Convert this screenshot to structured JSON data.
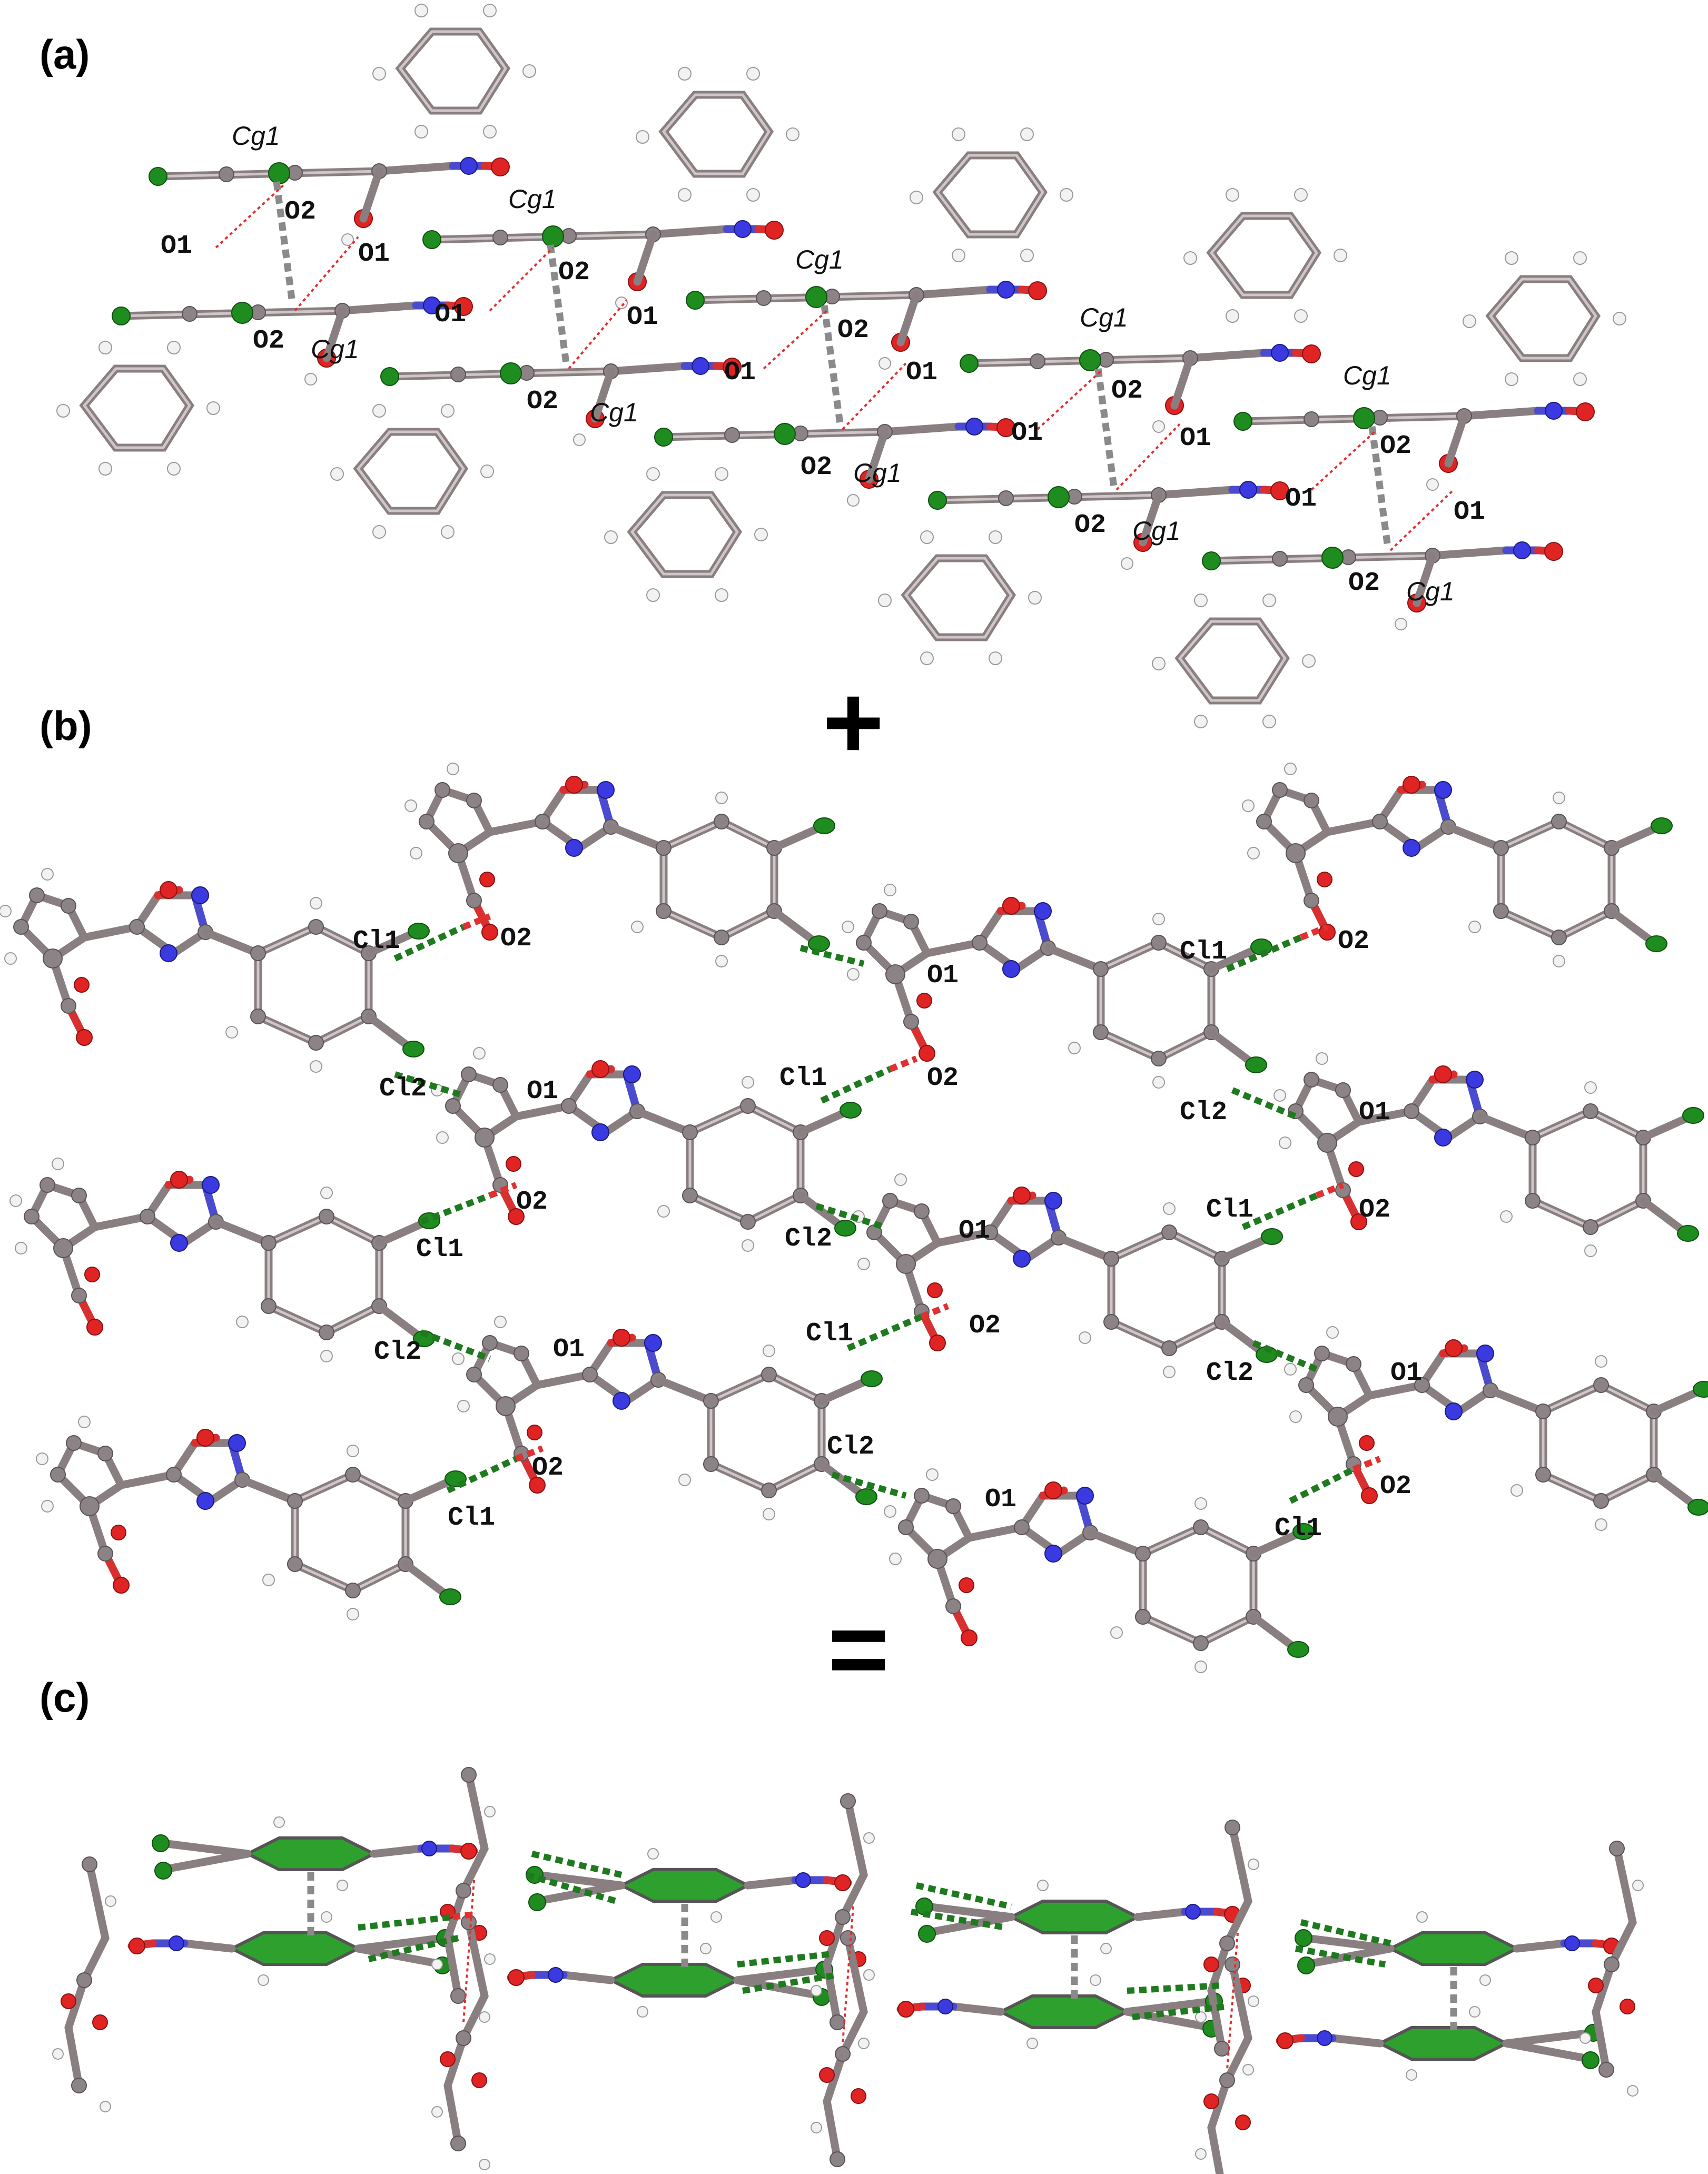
{
  "panels": {
    "a": {
      "label": "(a)"
    },
    "b": {
      "label": "(b)"
    },
    "c": {
      "label": "(c)"
    }
  },
  "operators": {
    "plus": "+",
    "equals": "="
  },
  "atom_labels": {
    "cg1": "Cg1",
    "o1": "O1",
    "o2": "O2",
    "cl1": "Cl1",
    "cl2": "Cl2"
  },
  "colors": {
    "carbon": "#8c8386",
    "oxygen": "#e02424",
    "nitrogen": "#3a3ae0",
    "chlorine": "#1e8c1e",
    "hydrogen": "#f2f2f2",
    "centroid_ring": "#2ea02e"
  }
}
